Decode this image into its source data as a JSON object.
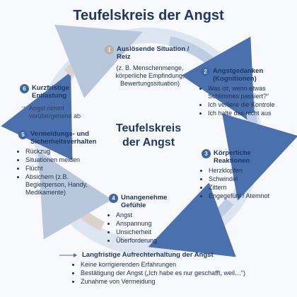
{
  "title": "Teufelskreis der Angst",
  "center": [
    "Teufelskreis",
    "der Angst"
  ],
  "steps": [
    {
      "num": "1",
      "title": "Auslösende Situation / Reiz",
      "sub": "(z. B. Menschenmenge, körperliche Empfindung, Bewertungssituation)"
    },
    {
      "num": "2",
      "title": "Angstgedanken (Kognitionen)",
      "items": [
        "Was ist, wenn etwas Schlimmes passiert?“",
        "Ich verliere die Kontrole",
        "Ich halte das nicht aus"
      ]
    },
    {
      "num": "3",
      "title": "Körperliche Reaktionen",
      "items": [
        "Herzklopfen",
        "Schwindel",
        "Zittern",
        "Engegefühl / Atemnot"
      ]
    },
    {
      "num": "4",
      "title": "Unangenehme Gefühle",
      "items": [
        "Angst",
        "Anspannung",
        "Unsicherheit",
        "Überforderung"
      ]
    },
    {
      "num": "5",
      "title": "Vermeidungs- und Sicherheitsverhalten",
      "items": [
        "Rückzug",
        "Situationen meiden",
        "Flücht",
        "Absichern (z.B. Begleitperson, Handy, Medikamente)"
      ]
    },
    {
      "num": "6",
      "title": "Kurzfristige Entlastung",
      "note": "Angst nimmt vorübergehend ab",
      "arrow": "→"
    }
  ],
  "bottom": {
    "title": "Langfristige Aufrechterhaltung der Angst",
    "items": [
      "Keine korrigierenden Erfahrungen",
      "Bestätigung der Angst („Ich habe es nur geschafft, weil…“)",
      "Zunahme von Vermeidung"
    ]
  },
  "colors": {
    "accent": "#3c66a8",
    "ring": "#c9d6e8",
    "ring_light": "#dcd6cf",
    "title": "#1e3766"
  }
}
